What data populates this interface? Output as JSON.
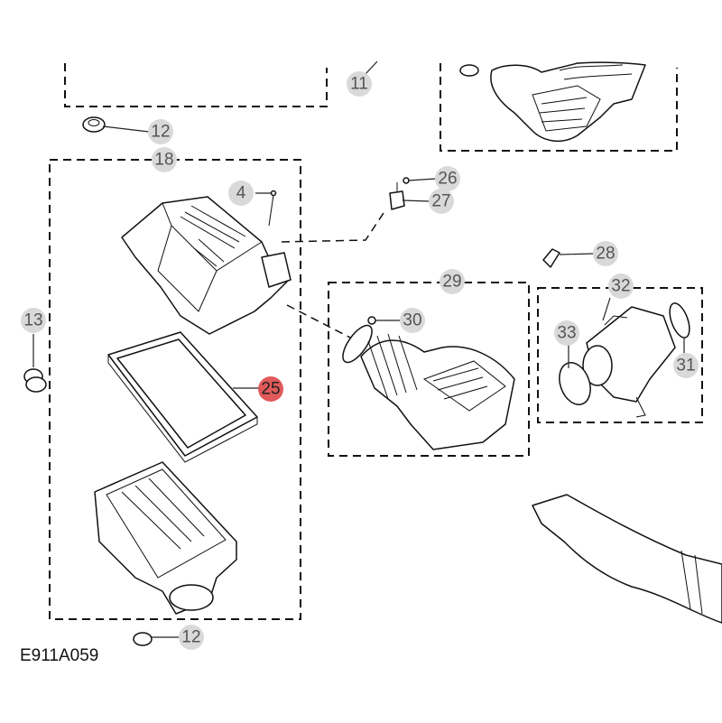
{
  "diagram": {
    "reference_code": "E911A059",
    "highlight_color": "#e05a5a",
    "callouts": [
      {
        "id": "11",
        "label": "11"
      },
      {
        "id": "12a",
        "label": "12"
      },
      {
        "id": "18",
        "label": "18"
      },
      {
        "id": "4",
        "label": "4"
      },
      {
        "id": "26",
        "label": "26"
      },
      {
        "id": "27",
        "label": "27"
      },
      {
        "id": "28",
        "label": "28"
      },
      {
        "id": "29",
        "label": "29"
      },
      {
        "id": "32",
        "label": "32"
      },
      {
        "id": "13",
        "label": "13"
      },
      {
        "id": "30",
        "label": "30"
      },
      {
        "id": "33",
        "label": "33"
      },
      {
        "id": "31",
        "label": "31"
      },
      {
        "id": "25",
        "label": "25",
        "highlighted": true
      },
      {
        "id": "12b",
        "label": "12"
      }
    ]
  }
}
